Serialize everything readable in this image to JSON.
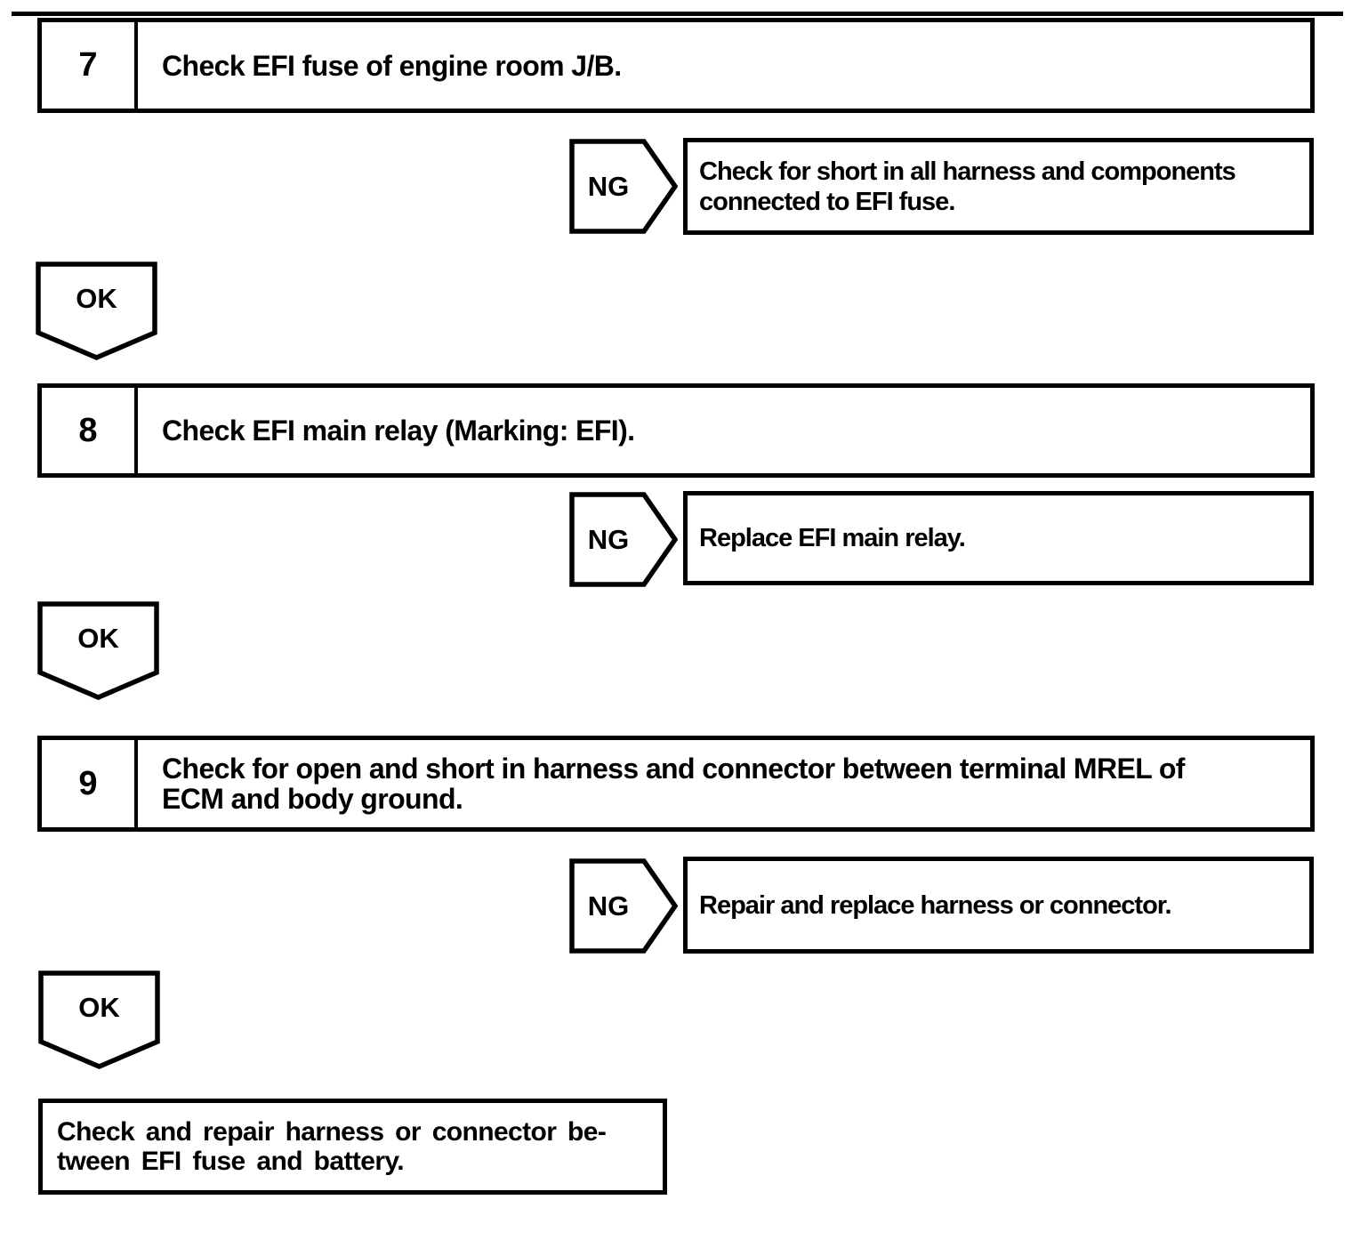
{
  "page": {
    "paper_color": "#ffffff",
    "ink_color": "#000000"
  },
  "flowchart": {
    "steps": [
      {
        "number": "7",
        "instruction": "Check EFI fuse of engine room J/B.",
        "ng": {
          "label": "NG",
          "action": "Check for short in all harness and components\nconnected to EFI fuse."
        },
        "ok": {
          "label": "OK"
        }
      },
      {
        "number": "8",
        "instruction": "Check EFI main relay (Marking: EFI).",
        "ng": {
          "label": "NG",
          "action": "Replace EFI main relay."
        },
        "ok": {
          "label": "OK"
        }
      },
      {
        "number": "9",
        "instruction": "Check for open and short in harness and connector between terminal MREL of\nECM and body ground.",
        "ng": {
          "label": "NG",
          "action": "Repair and replace harness or connector."
        },
        "ok": {
          "label": "OK"
        }
      }
    ],
    "conclusion": "Check and repair harness or connector be-\ntween EFI fuse and battery."
  }
}
